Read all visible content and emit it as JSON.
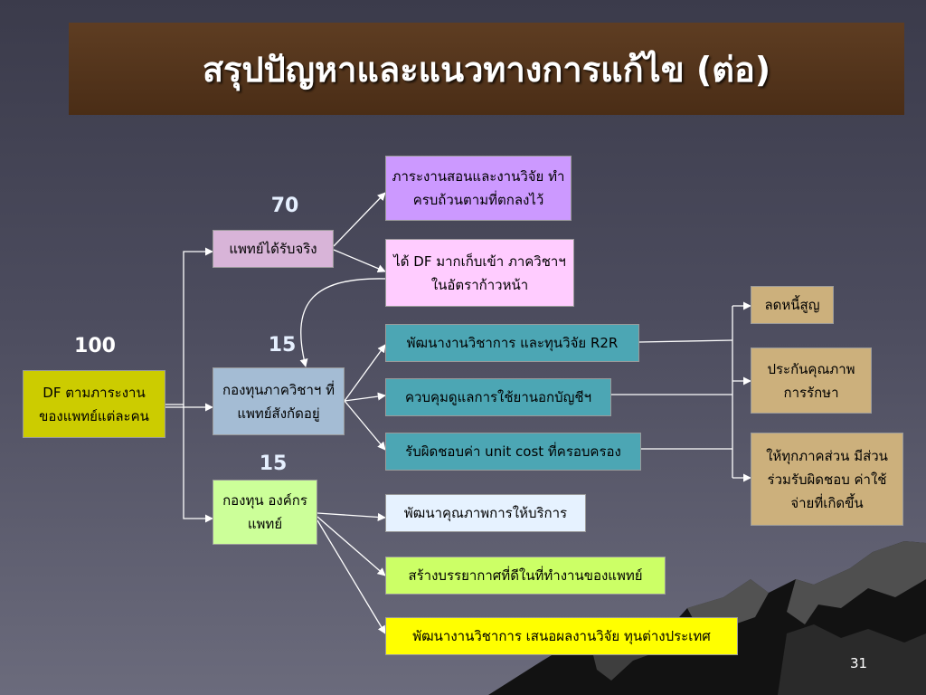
{
  "title": "สรุปปัญหาและแนวทางการแก้ไข (ต่อ)",
  "numbers": {
    "total": "100",
    "doctor_share": "70",
    "dept_fund": "15",
    "org_fund": "15"
  },
  "boxes": {
    "root": "DF ตามภาระงาน ของแพทย์แต่ละคน",
    "doctor_receives": "แพทย์ได้รับจริง",
    "dept_fund": "กองทุนภาควิชาฯ ที่แพทย์สังกัดอยู่",
    "org_fund": "กองทุน องค์กรแพทย์",
    "teaching_research": "ภาระงานสอนและงานวิจัย ทำครบถ้วนตามที่ตกลงไว้",
    "more_df": "ได้ DF มากเก็บเข้า ภาควิชาฯในอัตราก้าวหน้า",
    "academic_r2r": "พัฒนางานวิชาการ และทุนวิจัย R2R",
    "off_book_drugs": "ควบคุมดูแลการใช้ยานอกบัญชีฯ",
    "unit_cost": "รับผิดชอบค่า unit cost ที่ครอบครอง",
    "bad_debt": "ลดหนี้สูญ",
    "quality_assurance": "ประกันคุณภาพ การรักษา",
    "share_costs": "ให้ทุกภาคส่วน มีส่วนร่วมรับผิดชอบ ค่าใช้จ่ายที่เกิดขึ้น",
    "service_quality": "พัฒนาคุณภาพการให้บริการ",
    "workplace_climate": "สร้างบรรยากาศที่ดีในที่ทำงานของแพทย์",
    "academic_abroad": "พัฒนางานวิชาการ เสนอผลงานวิจัย ทุนต่างประเทศ"
  },
  "page_number": "31",
  "colors": {
    "title_bg": "#5a3a20",
    "root": "#cccc00",
    "doctor_receives": "#d8b4d8",
    "dept_fund": "#a4bcd4",
    "org_fund": "#ccff99",
    "teaching_research": "#cc99ff",
    "more_df": "#ffccff",
    "teal": "#4ca6b4",
    "tan": "#ccb07c",
    "yellow_green": "#ccff66",
    "light_blue": "#e6f2ff",
    "yellow": "#ffff00"
  }
}
